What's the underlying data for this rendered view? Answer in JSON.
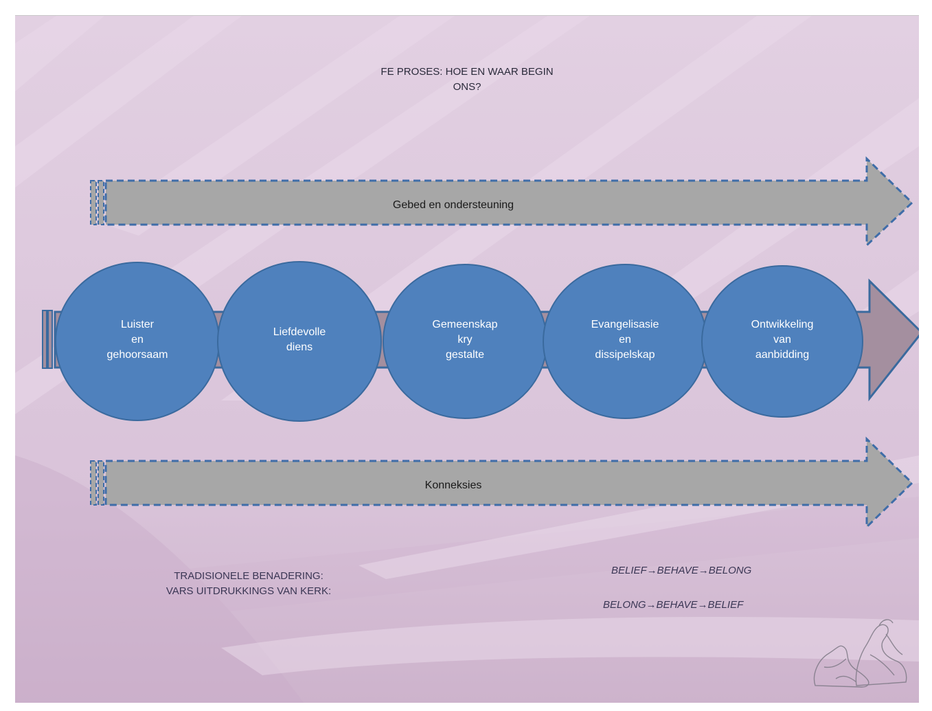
{
  "title": {
    "line1": "FE PROSES: HOE EN WAAR BEGIN",
    "line2": "ONS?"
  },
  "arrow_top": {
    "label": "Gebed en ondersteuning"
  },
  "arrow_bottom": {
    "label": "Konneksies"
  },
  "circles": [
    {
      "lines": [
        "Luister",
        "en",
        "gehoorsaam"
      ]
    },
    {
      "lines": [
        "Liefdevolle",
        "diens"
      ]
    },
    {
      "lines": [
        "Gemeenskap",
        "kry",
        "gestalte"
      ]
    },
    {
      "lines": [
        "Evangelisasie",
        "en",
        "dissipelskap"
      ]
    },
    {
      "lines": [
        "Ontwikkeling",
        "van",
        "aanbidding"
      ]
    }
  ],
  "traditional": {
    "line1": "TRADISIONELE BENADERING:",
    "line2": "VARS UITDRUKKINGS VAN KERK:"
  },
  "sequences": {
    "first": "BELIEF→BEHAVE→BELONG",
    "second": "BELONG→BEHAVE→BELIEF"
  },
  "colors": {
    "background": "#dcc8dc",
    "circle_fill": "#4f81bd",
    "circle_stroke": "#3a6a9e",
    "arrow_fill": "#a7a7a7",
    "arrow_dash": "#3f6da8"
  },
  "decorations": {
    "corner_image": "praying-figures-sketch"
  }
}
